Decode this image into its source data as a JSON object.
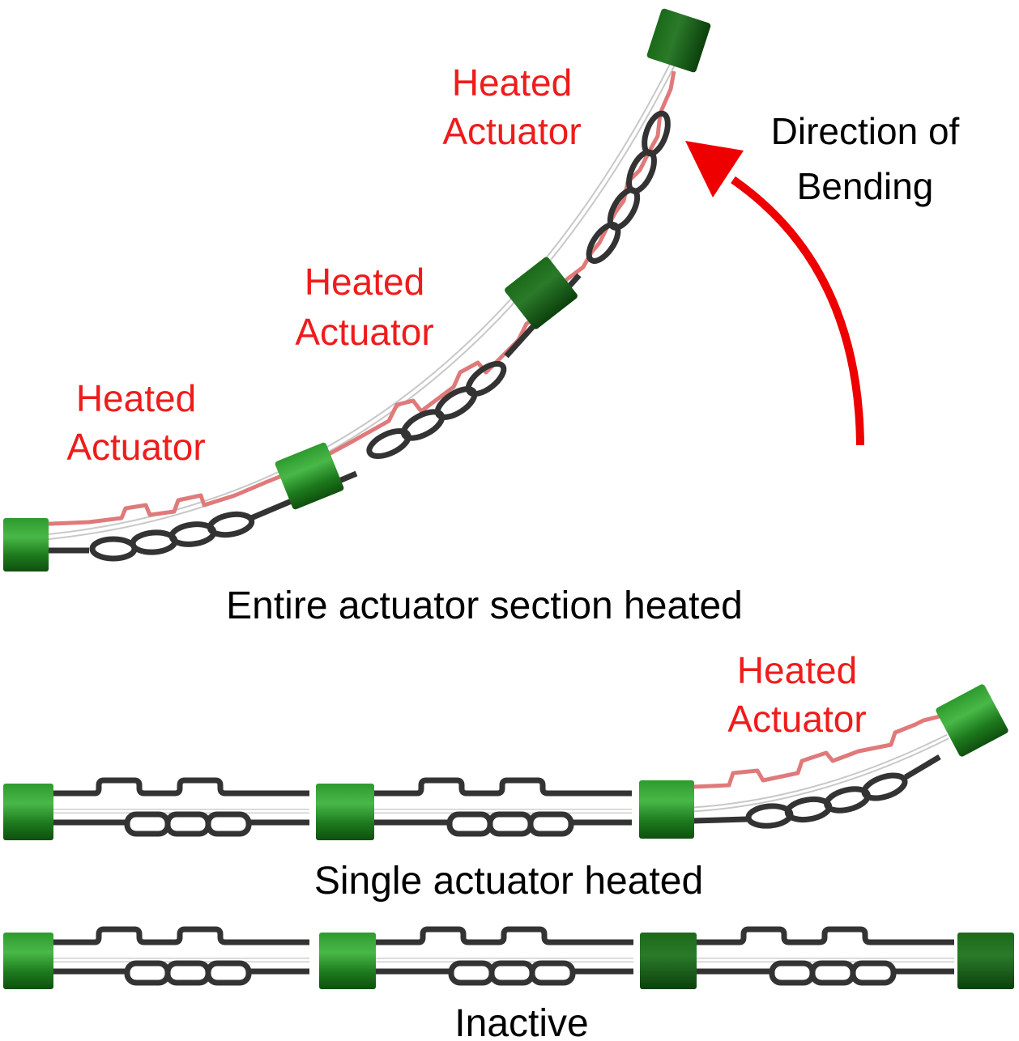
{
  "labels": {
    "heated_actuator_top_line1": "Heated",
    "heated_actuator_top_line2": "Actuator",
    "heated_actuator_mid_line1": "Heated",
    "heated_actuator_mid_line2": "Actuator",
    "heated_actuator_low_line1": "Heated",
    "heated_actuator_low_line2": "Actuator",
    "heated_actuator_single_line1": "Heated",
    "heated_actuator_single_line2": "Actuator",
    "direction_line1": "Direction of",
    "direction_line2": "Bending"
  },
  "captions": {
    "entire": "Entire actuator section heated",
    "single": "Single actuator heated",
    "inactive": "Inactive"
  },
  "colors": {
    "heated_text": "#ee1c1c",
    "arrow": "#ee0000",
    "block_green": "#1f7a1f",
    "wire_dark": "#333333",
    "wire_heated": "#e07a7a"
  }
}
